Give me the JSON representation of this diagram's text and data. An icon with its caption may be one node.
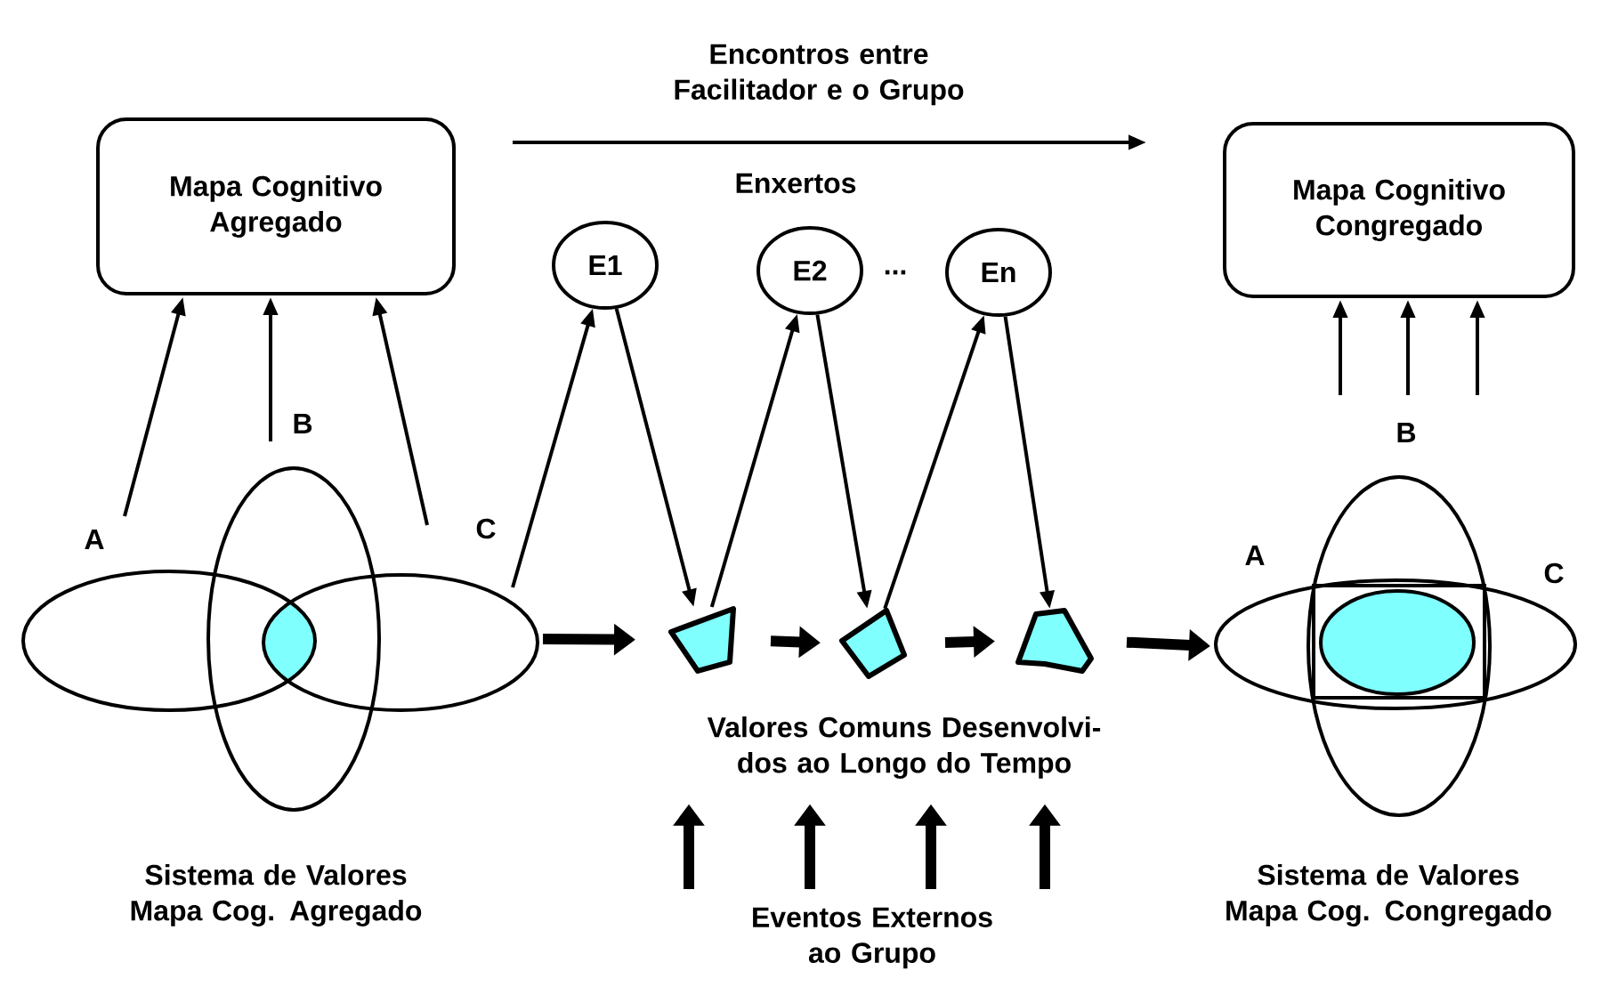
{
  "diagram": {
    "nodes": [
      {
        "text": [
          "Mapa Cognitivo Agregado"
        ]
      },
      {
        "text": [
          "Mapa Cognitivo Congregado"
        ]
      },
      {
        "text": [
          "E1"
        ]
      },
      {
        "text": [
          "E2"
        ]
      },
      {
        "text": [
          "En"
        ]
      },
      {
        "text": [],
        "shape": "ellipse",
        "beside": [
          "Sistema de Valores Mapa Cog. Agregado"
        ]
      },
      {
        "text": [],
        "shape": "polygon"
      },
      {
        "text": [],
        "shape": "polygon"
      },
      {
        "text": [],
        "shape": "polygon"
      },
      {
        "text": [],
        "shape": "ellipse",
        "beside": [
          "Sistema de Valores Mapa Cog. Congregado"
        ]
      },
      {
        "text": [
          "Valores Comuns Desenvolvi- dos ao Longo do Tempo"
        ]
      },
      {
        "text": [
          "Eventos Externos ao Grupo"
        ]
      }
    ],
    "edges": [
      {
        "from": 0,
        "to": 1,
        "arrow": "to",
        "label": "Encontros entre Facilitador e o Grupo"
      },
      {
        "from": 5,
        "to": 0,
        "arrow": "to"
      },
      {
        "from": 5,
        "to": 0,
        "arrow": "to"
      },
      {
        "from": 5,
        "to": 0,
        "arrow": "to"
      },
      {
        "from": 5,
        "to": 2,
        "arrow": "to"
      },
      {
        "from": 2,
        "to": 6,
        "arrow": "to"
      },
      {
        "from": 6,
        "to": 3,
        "arrow": "to"
      },
      {
        "from": 3,
        "to": 7,
        "arrow": "to"
      },
      {
        "from": 7,
        "to": 4,
        "arrow": "to"
      },
      {
        "from": 4,
        "to": 8,
        "arrow": "to"
      },
      {
        "from": 5,
        "to": 6,
        "arrow": "to",
        "style": "thick"
      },
      {
        "from": 6,
        "to": 7,
        "arrow": "to",
        "style": "thick"
      },
      {
        "from": 7,
        "to": 8,
        "arrow": "to",
        "style": "thick"
      },
      {
        "from": 8,
        "to": 9,
        "arrow": "to",
        "style": "thick"
      },
      {
        "from": null,
        "to": 1,
        "arrow": "to"
      },
      {
        "from": null,
        "to": 1,
        "arrow": "to"
      },
      {
        "from": null,
        "to": 1,
        "arrow": "to"
      },
      {
        "from": 11,
        "to": 10,
        "arrow": "to",
        "style": "thick"
      },
      {
        "from": 11,
        "to": 10,
        "arrow": "to",
        "style": "thick"
      },
      {
        "from": 11,
        "to": 10,
        "arrow": "to",
        "style": "thick"
      },
      {
        "from": 11,
        "to": 10,
        "arrow": "to",
        "style": "thick"
      }
    ],
    "labels": [
      "Enxertos",
      "...",
      "B",
      "B",
      "C",
      "A",
      "A",
      "C"
    ]
  }
}
